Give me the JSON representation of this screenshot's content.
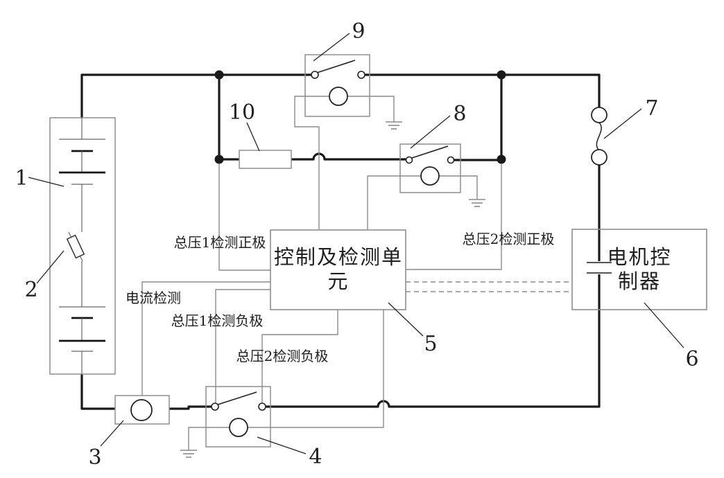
{
  "figure": {
    "type": "circuit-schematic",
    "colors": {
      "power_wire": "#1a1a1a",
      "signal_wire": "#8a8a8a",
      "outline": "#8e8e8e",
      "label_text": "#1f1f1f",
      "background": "#ffffff"
    },
    "blocks": {
      "control_unit": {
        "line1": "控制及检测单",
        "line2": "元"
      },
      "motor_controller": {
        "line1": "电机控",
        "line2": "制器"
      }
    },
    "wire_labels": {
      "hv1_detect_positive": "总压1检测正极",
      "hv2_detect_positive": "总压2检测正极",
      "current_detect": "电流检测",
      "hv1_detect_negative": "总压1检测负极",
      "hv2_detect_negative": "总压2检测负极"
    },
    "callouts": {
      "battery_pack": "1",
      "internal_fuse": "2",
      "current_sensor": "3",
      "negative_relay": "4",
      "control_unit": "5",
      "motor_controller": "6",
      "main_fuse": "7",
      "precharge_relay": "8",
      "positive_relay": "9",
      "precharge_resistor": "10"
    }
  }
}
